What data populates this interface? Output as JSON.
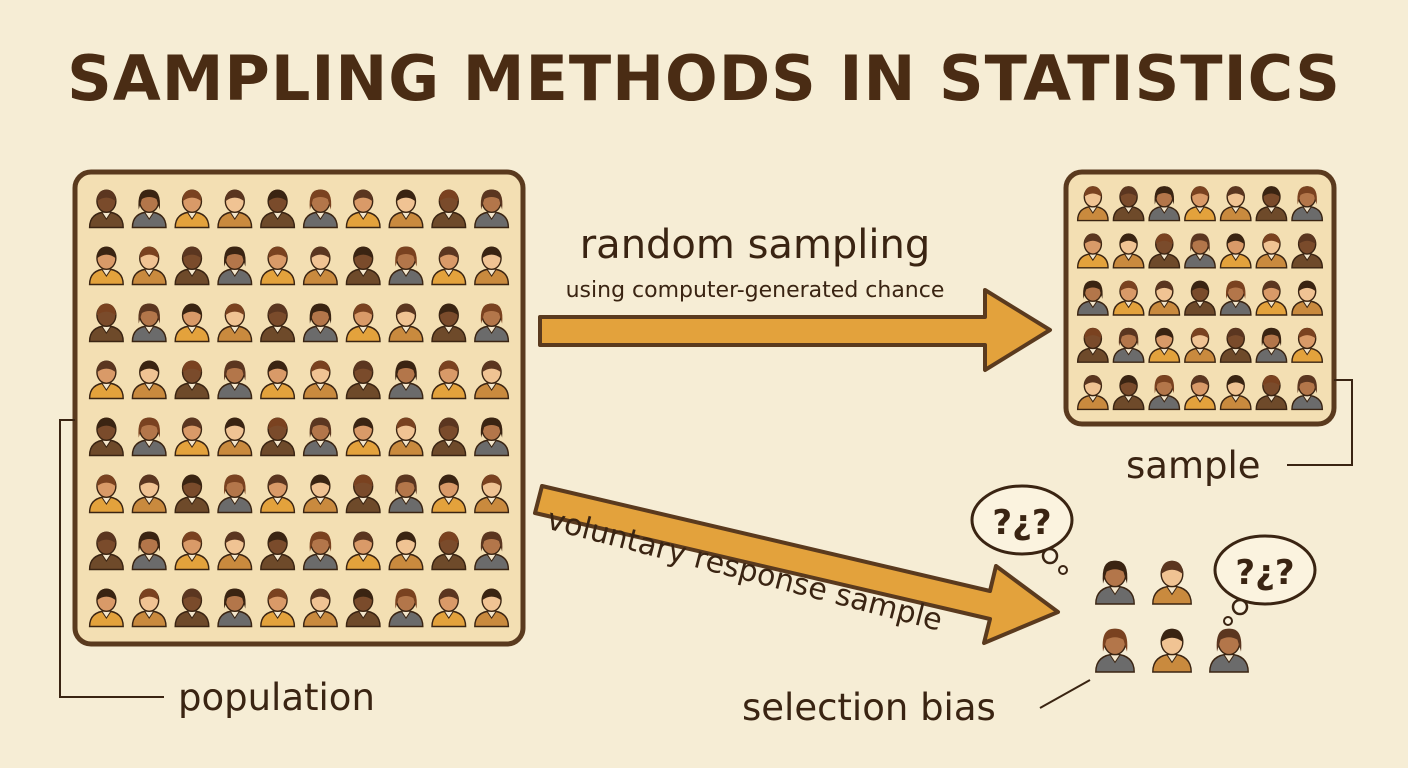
{
  "title": "SAMPLING METHODS IN STATISTICS",
  "labels": {
    "random_sampling": "random sampling",
    "random_sampling_sub": "using computer-generated chance",
    "voluntary_response": "voluntary response sample",
    "sample": "sample",
    "population": "population",
    "selection_bias": "selection bias",
    "thought_text": "?¿?"
  },
  "colors": {
    "background": "#f6edd5",
    "panel": "#f3dfb3",
    "border": "#5a3a1e",
    "arrow": "#e3a23c",
    "text": "#3a2412",
    "skin": [
      "#f0c393",
      "#d99a68",
      "#b3764a",
      "#7a4b2b"
    ],
    "hair": [
      "#3a2412",
      "#5b3620",
      "#7a4220"
    ],
    "shirt": [
      "#e3a23c",
      "#6b6b6b",
      "#6e4a2a",
      "#c98a3e"
    ]
  },
  "population": {
    "rows": 8,
    "cols": 10
  },
  "sample": {
    "rows": 5,
    "cols": 7
  },
  "biased_group": {
    "count": 5
  }
}
